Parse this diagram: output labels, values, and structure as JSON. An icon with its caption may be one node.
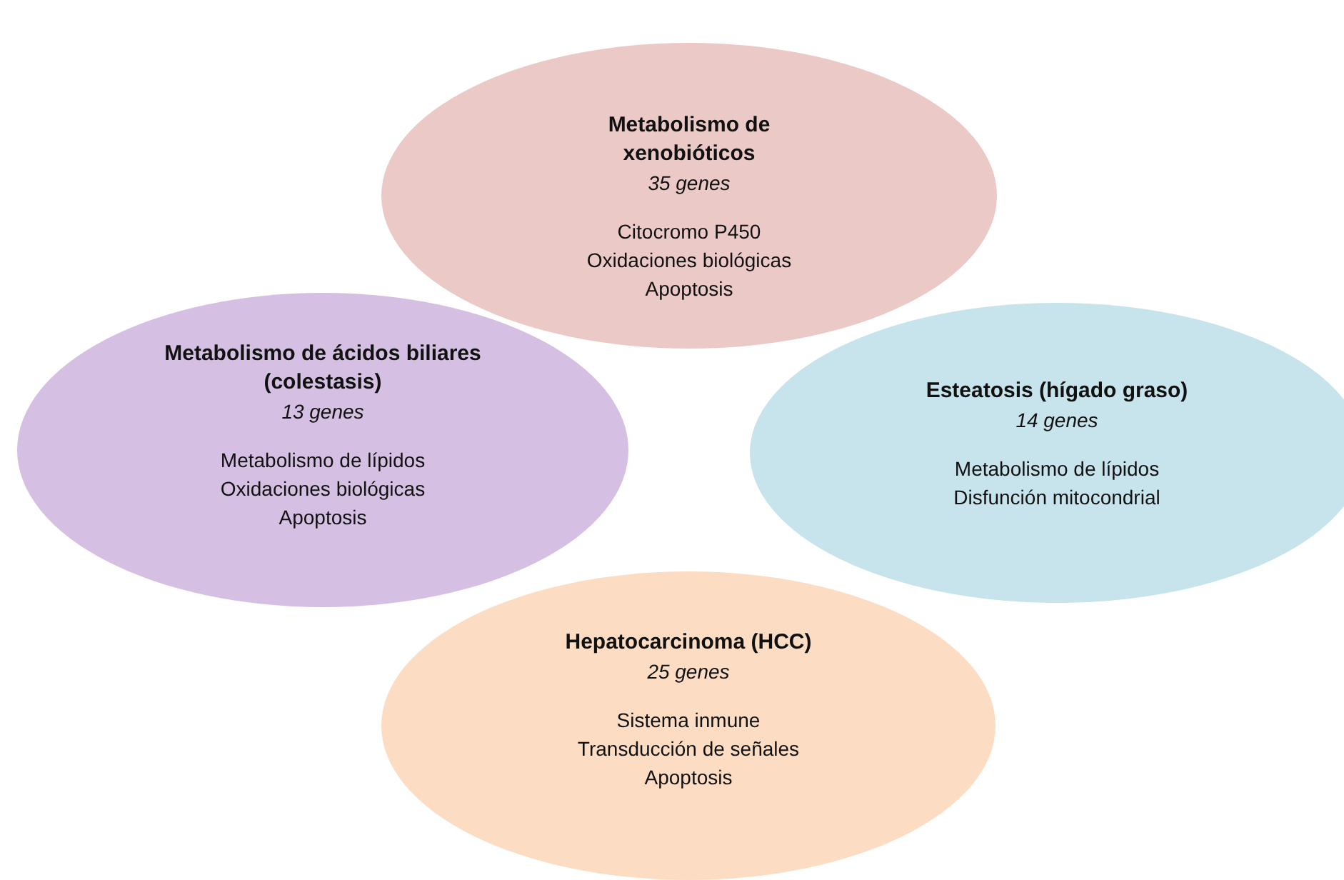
{
  "diagram": {
    "nodes": [
      {
        "text": [
          "Metabolismo de xenobióticos",
          "35 genes",
          "Citocromo P450",
          "Oxidaciones biológicas",
          "Apoptosis"
        ]
      },
      {
        "text": [
          "Metabolismo de ácidos biliares (colestasis)",
          "13 genes",
          "Metabolismo de lípidos",
          "Oxidaciones biológicas",
          "Apoptosis"
        ]
      },
      {
        "text": [
          "Esteatosis (hígado graso)",
          "14 genes",
          "Metabolismo de lípidos",
          "Disfunción mitocondrial"
        ]
      },
      {
        "text": [
          "Hepatocarcinoma (HCC)",
          "25 genes",
          "Sistema inmune",
          "Transducción de señales",
          "Apoptosis"
        ]
      }
    ]
  }
}
